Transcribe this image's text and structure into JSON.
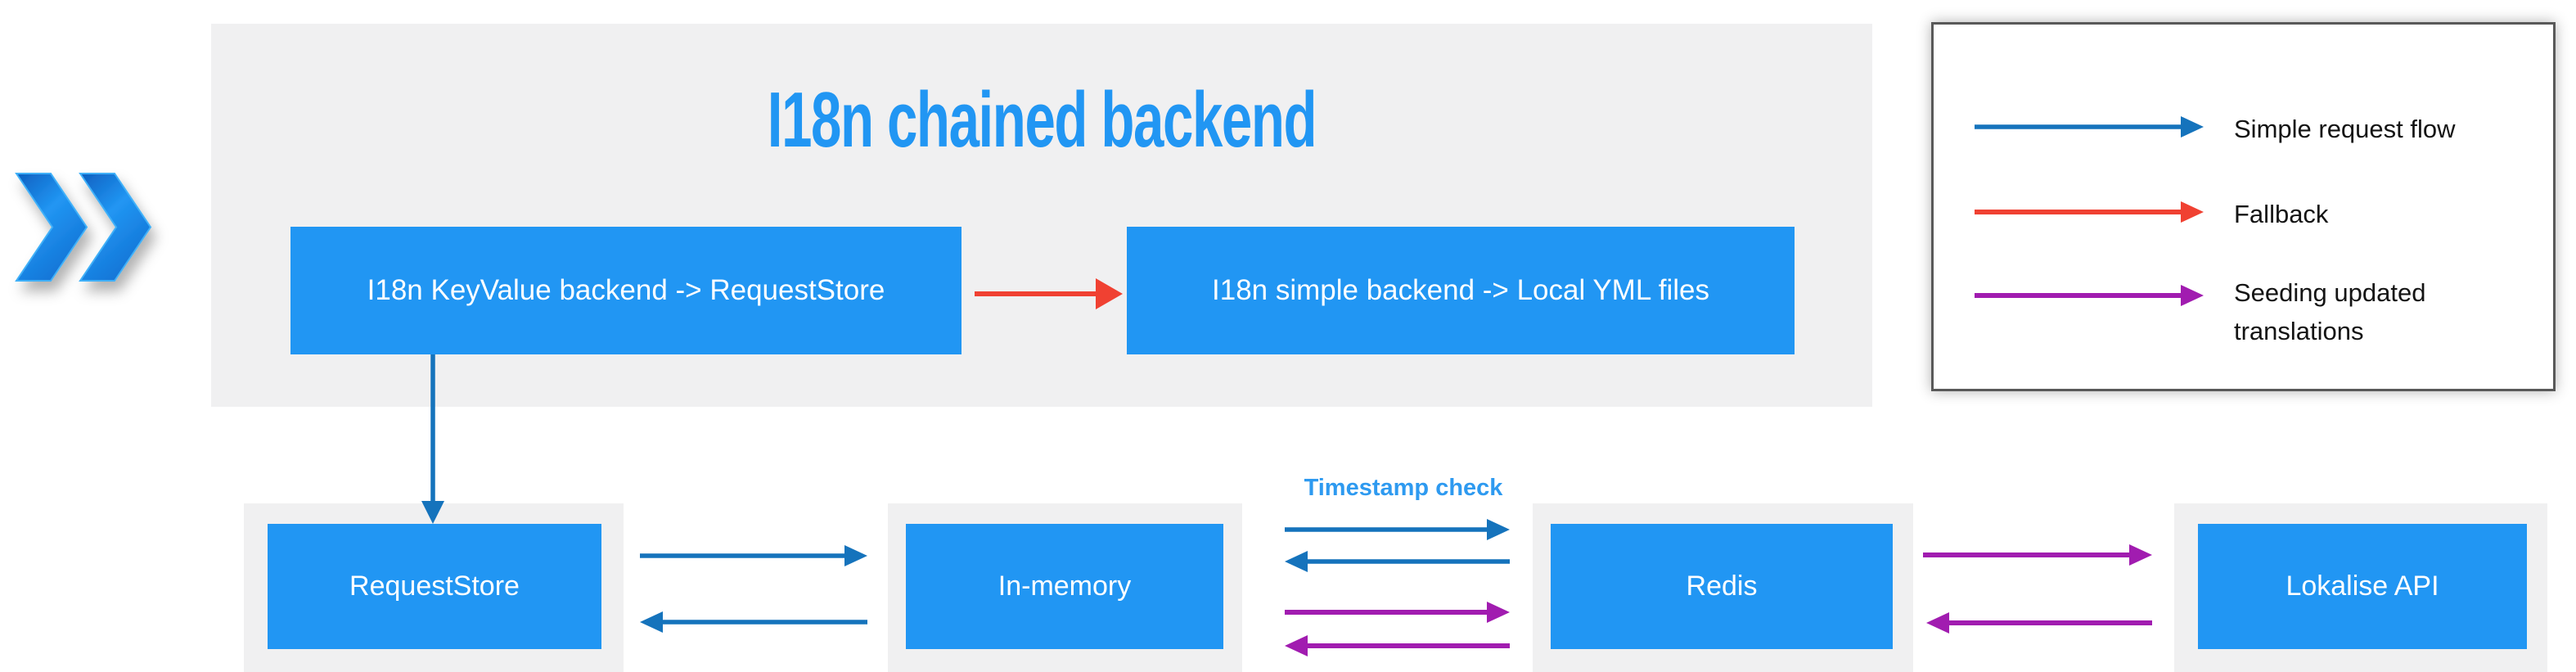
{
  "diagram": {
    "title": "I18n chained backend",
    "type": "architecture-flow-diagram"
  },
  "chained_boxes": [
    {
      "id": "keyvalue-backend",
      "label": "I18n KeyValue backend -> RequestStore"
    },
    {
      "id": "simple-backend",
      "label": "I18n simple backend -> Local YML files"
    }
  ],
  "stores": [
    {
      "id": "requeststore",
      "label": "RequestStore"
    },
    {
      "id": "in-memory",
      "label": "In-memory"
    },
    {
      "id": "redis",
      "label": "Redis"
    },
    {
      "id": "lokalise-api",
      "label": "Lokalise API"
    }
  ],
  "annotations": {
    "timestamp_check": "Timestamp check"
  },
  "legend": {
    "items": [
      {
        "type": "simple-request-flow",
        "label": "Simple request flow",
        "color": "#1573BC"
      },
      {
        "type": "fallback",
        "label": "Fallback",
        "color": "#F04132"
      },
      {
        "type": "seeding-updated-translations",
        "label": "Seeding updated translations",
        "color": "#A11CB0"
      }
    ]
  },
  "flows": [
    {
      "from": "I18n KeyValue backend -> RequestStore",
      "to": "I18n simple backend -> Local YML files",
      "type": "fallback",
      "direction": "right"
    },
    {
      "from": "I18n KeyValue backend -> RequestStore",
      "to": "RequestStore",
      "type": "simple-request-flow",
      "direction": "down"
    },
    {
      "from": "RequestStore",
      "to": "In-memory",
      "type": "simple-request-flow",
      "direction": "both"
    },
    {
      "from": "In-memory",
      "to": "Redis",
      "type": "simple-request-flow",
      "direction": "both",
      "note": "Timestamp check"
    },
    {
      "from": "In-memory",
      "to": "Redis",
      "type": "seeding-updated-translations",
      "direction": "both"
    },
    {
      "from": "Redis",
      "to": "Lokalise API",
      "type": "seeding-updated-translations",
      "direction": "both"
    }
  ],
  "colors": {
    "box_blue": "#2196F3",
    "title_blue": "#2196F3",
    "flow_blue": "#1573BC",
    "fallback_red": "#F04132",
    "seeding_purple": "#A11CB0",
    "panel_gray": "#F0F0F1",
    "legend_border": "#595959",
    "legend_text": "#141414",
    "box_text": "#FFFFFF"
  },
  "icons": {
    "fast_forward": "double-chevron-right"
  }
}
